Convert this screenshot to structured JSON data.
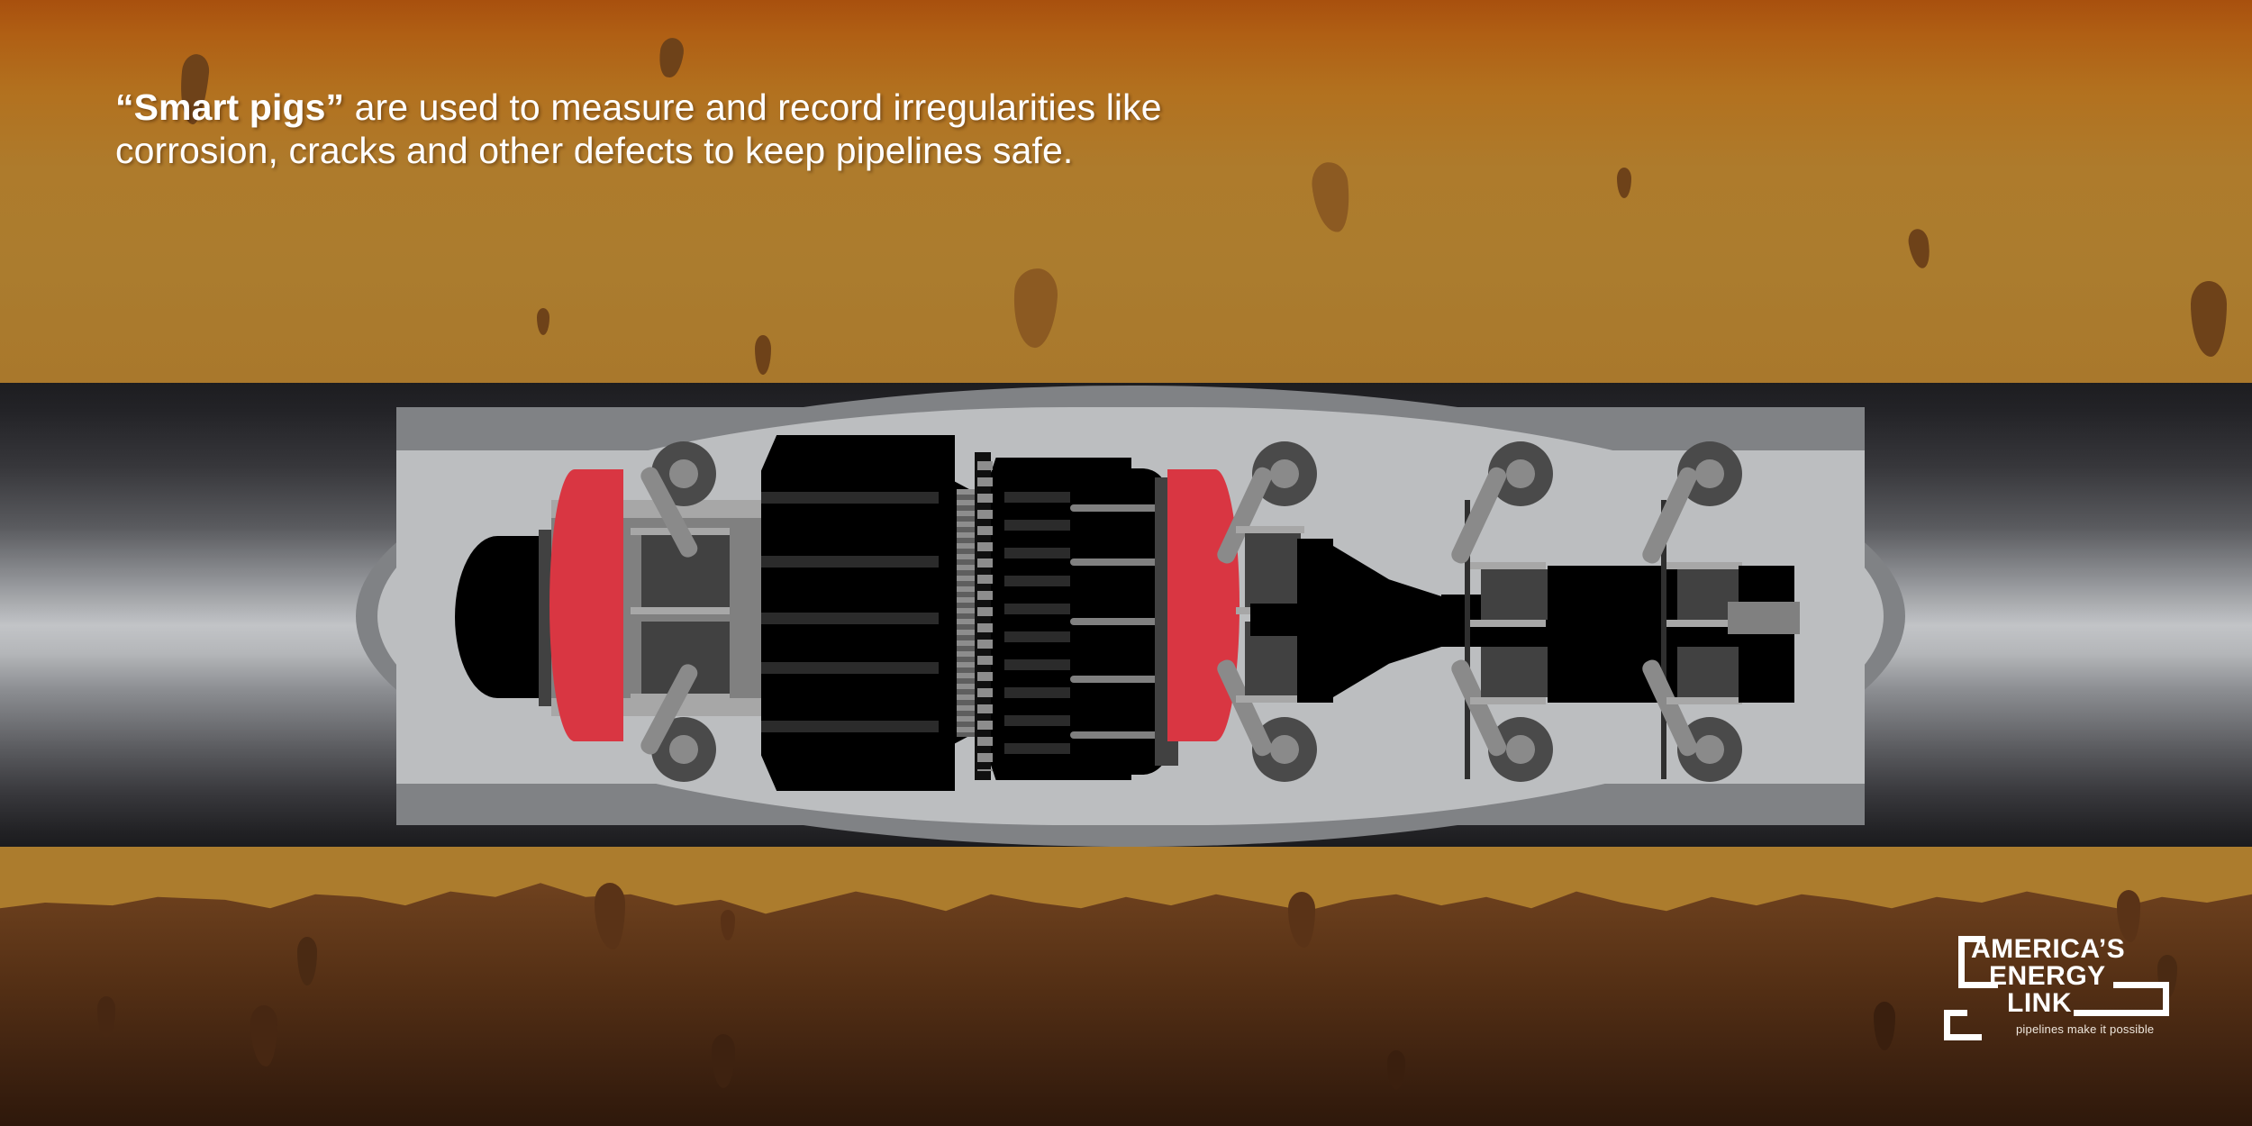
{
  "headline": {
    "bold_part": "“Smart pigs”",
    "rest": " are used to measure and record irregularities like corrosion, cracks and other defects to keep pipelines safe.",
    "full_text": "“Smart pigs” are used to measure and record irregularities like corrosion, cracks and other defects to keep pipelines safe."
  },
  "logo": {
    "line1": "AMERICA’S",
    "line2": "ENERGY",
    "line3": "LINK",
    "tagline": "pipelines make it possible"
  },
  "scene": {
    "title": "Smart pig inspection tool inside a buried pipeline",
    "soil_label": "soil",
    "pipe_label": "pipeline cutaway",
    "device_label": "smart pig inline inspection tool"
  },
  "colors": {
    "soil_top": "#a8500e",
    "soil_mid": "#ae7b2c",
    "soil_dark": "#3e2210",
    "pipe_steel_light": "#c2c4c7",
    "pipe_steel_dark": "#1d1d20",
    "pipe_interior": "#bcbec0",
    "pipe_rim": "#808285",
    "accent_red": "#d93642",
    "device_black": "#000000",
    "device_gray": "#808080",
    "text_white": "#ffffff"
  },
  "device_parts": [
    {
      "name": "nose-cone",
      "color": "#000000"
    },
    {
      "name": "front-sealing-disc",
      "color": "#d93642"
    },
    {
      "name": "front-odometer-wheels",
      "count": 2,
      "color": "#4a4a4a"
    },
    {
      "name": "battery-module",
      "color": "#808080"
    },
    {
      "name": "segmented-body",
      "color": "#000000"
    },
    {
      "name": "mfl-sensor-ring",
      "color": "#808080"
    },
    {
      "name": "magnet-yoke-section",
      "color": "#000000"
    },
    {
      "name": "rear-sealing-disc",
      "color": "#d93642"
    },
    {
      "name": "mid-odometer-wheels",
      "count": 2,
      "color": "#4a4a4a"
    },
    {
      "name": "universal-joint",
      "color": "#000000"
    },
    {
      "name": "rear-odometer-wheels",
      "count": 4,
      "color": "#4a4a4a"
    },
    {
      "name": "data-recorder-tail",
      "color": "#000000"
    }
  ]
}
